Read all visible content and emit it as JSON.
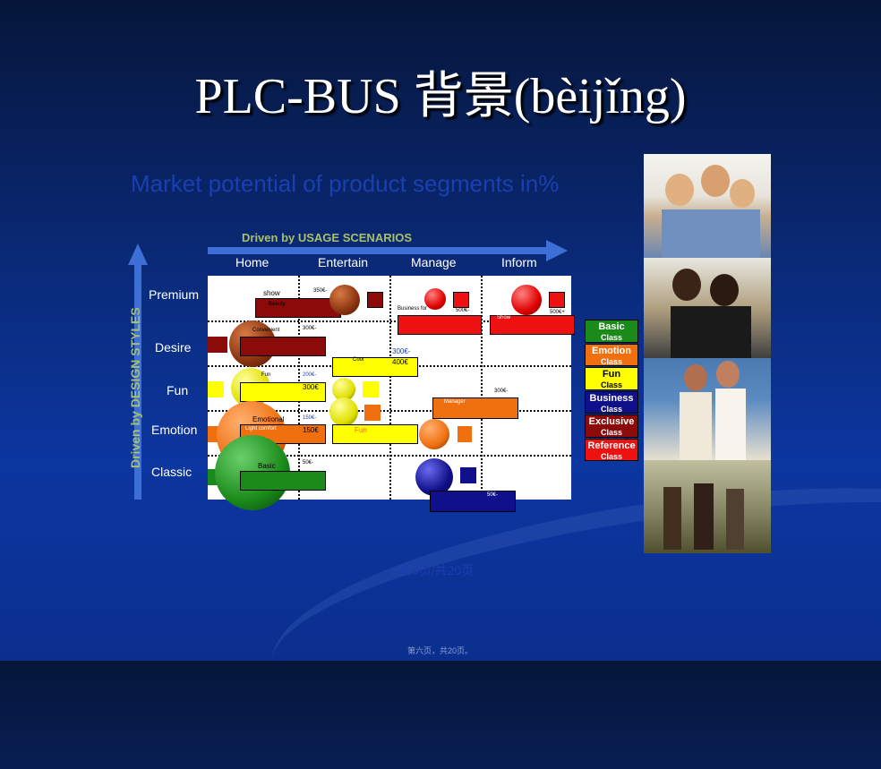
{
  "title": "PLC-BUS 背景(bèijǐng)",
  "subtitle": "Market potential of product segments in%",
  "axis_top": "Driven by USAGE SCENARIOS",
  "axis_left": "Driven by DESIGN STYLES",
  "columns": [
    "Home",
    "Entertain",
    "Manage",
    "Inform"
  ],
  "rows": [
    "Premium",
    "Desire",
    "Fun",
    "Emotion",
    "Classic"
  ],
  "cell_texts": {
    "show": "show",
    "beauty": "Beauty",
    "p350": "350€-",
    "business_for": "Business for",
    "show2": "Show",
    "p500a": "500€-",
    "p500b": "500€+",
    "convenient": "Convenient",
    "p300a": "300€-",
    "p300b": "300€-",
    "p400": "400€",
    "cool": "Cool",
    "fun": "Fun",
    "p200": "200€-",
    "p300c": "300€",
    "manager": "Manager",
    "p300d": "300€-",
    "emotional": "Emotional",
    "light_comfort": "Light comfort",
    "p150a": "150€-",
    "p150b": "150€",
    "fun2": "Fun",
    "basic": "Basic",
    "p50a": "50€-",
    "p50b": "50€-"
  },
  "legend": [
    {
      "name": "Basic",
      "sub": "Class",
      "color": "#1a8a1a",
      "text": "#ffffff"
    },
    {
      "name": "Emotion",
      "sub": "Class",
      "color": "#f07010",
      "text": "#ffffff"
    },
    {
      "name": "Fun",
      "sub": "Class",
      "color": "#ffff00",
      "text": "#000000"
    },
    {
      "name": "Business",
      "sub": "Class",
      "color": "#10108a",
      "text": "#ffffff"
    },
    {
      "name": "Exclusive",
      "sub": "Class",
      "color": "#8b0a0a",
      "text": "#ffffff"
    },
    {
      "name": "Reference",
      "sub": "Class",
      "color": "#ee1111",
      "text": "#ffffff"
    }
  ],
  "page_number": "第5页/共20页",
  "footer": "第六页，共20页。"
}
